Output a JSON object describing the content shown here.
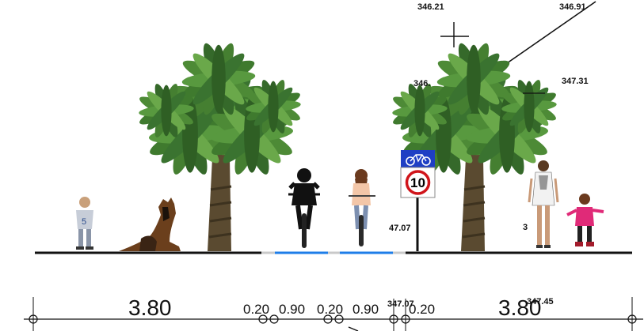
{
  "elevations": {
    "e1": "346.21",
    "e2": "346.91",
    "e3": "346.",
    "e4": "347.31",
    "e5": "47.07",
    "e6": "3",
    "e7": "347.07",
    "e8": "347.45"
  },
  "dimensions": {
    "left_width": "3.80",
    "d1": "0.20",
    "d2": "0.90",
    "d3": "0.20",
    "d4": "0.90",
    "d5": "0.20",
    "right_width": "3.80"
  },
  "sign": {
    "speed_limit": "10",
    "panel_color": "#1f3fc4"
  },
  "colors": {
    "bike_lane": "#1e7de8",
    "ground": "#111111",
    "palm_frond": "#3f7a2e",
    "palm_trunk": "#5a4a30"
  },
  "icons": [
    "palm-tree-icon",
    "dog-icon",
    "child-icon",
    "cyclist-icon",
    "woman-icon",
    "girl-icon",
    "bicycle-icon"
  ]
}
